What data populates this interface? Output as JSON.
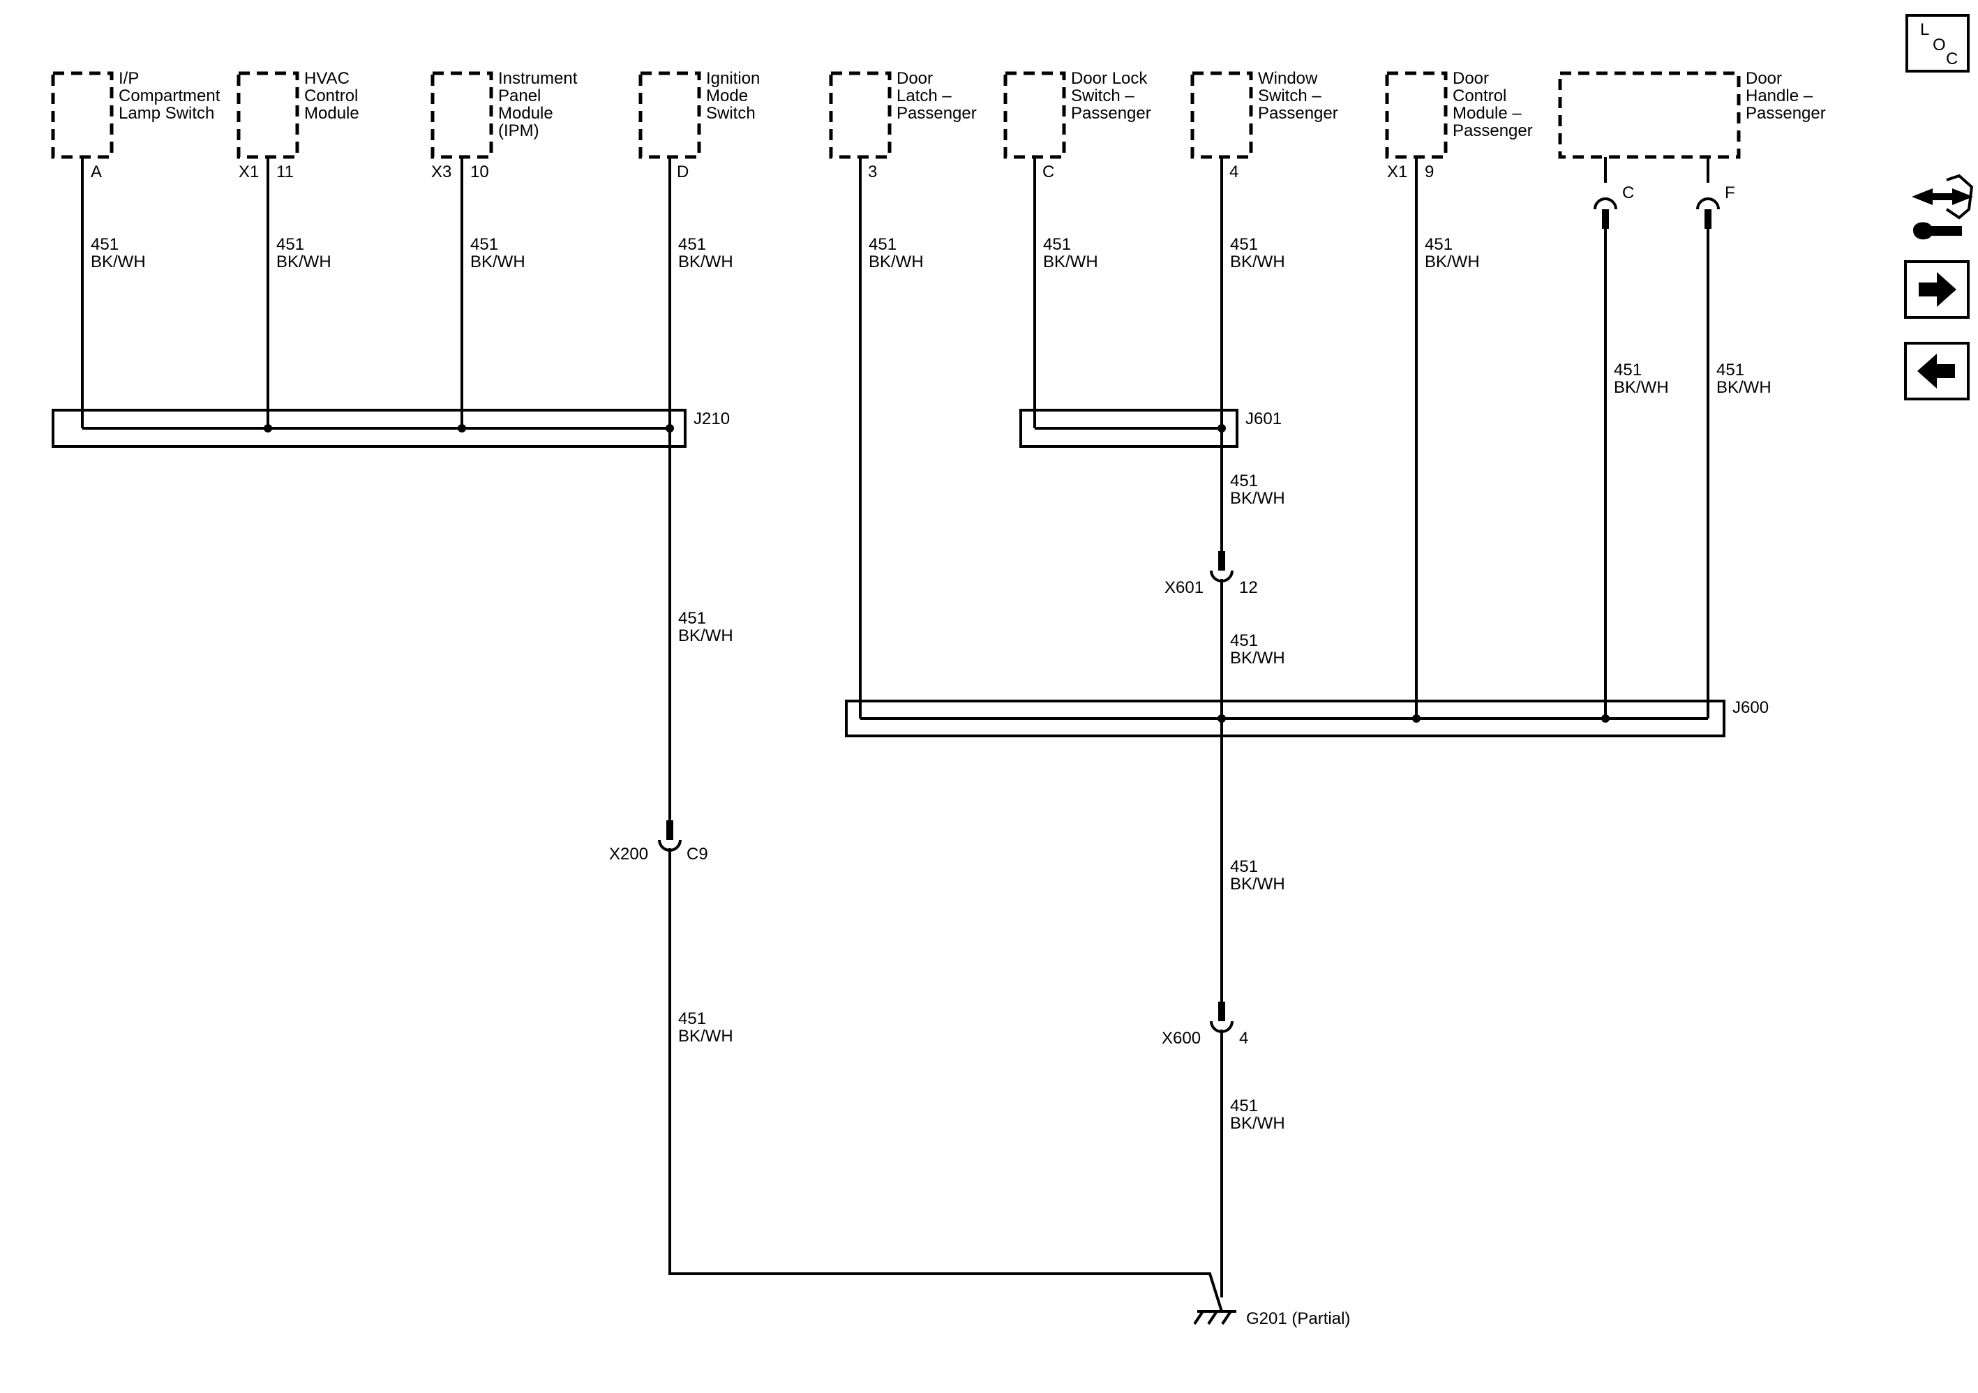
{
  "components": [
    {
      "id": "ip-lamp",
      "lines": [
        "I/P",
        "Compartment",
        "Lamp Switch"
      ],
      "prefix": "",
      "pin": "A"
    },
    {
      "id": "hvac",
      "lines": [
        "HVAC",
        "Control",
        "Module"
      ],
      "prefix": "X1",
      "pin": "11"
    },
    {
      "id": "ipm",
      "lines": [
        "Instrument",
        "Panel",
        "Module",
        "(IPM)"
      ],
      "prefix": "X3",
      "pin": "10"
    },
    {
      "id": "ignition",
      "lines": [
        "Ignition",
        "Mode",
        "Switch"
      ],
      "prefix": "",
      "pin": "D"
    },
    {
      "id": "door-latch",
      "lines": [
        "Door",
        "Latch –",
        "Passenger"
      ],
      "prefix": "",
      "pin": "3"
    },
    {
      "id": "door-lock",
      "lines": [
        "Door Lock",
        "Switch –",
        "Passenger"
      ],
      "prefix": "",
      "pin": "C"
    },
    {
      "id": "window",
      "lines": [
        "Window",
        "Switch –",
        "Passenger"
      ],
      "prefix": "",
      "pin": "4"
    },
    {
      "id": "dcm",
      "lines": [
        "Door",
        "Control",
        "Module –",
        "Passenger"
      ],
      "prefix": "X1",
      "pin": "9"
    },
    {
      "id": "handle",
      "lines": [
        "Door",
        "Handle –",
        "Passenger"
      ],
      "prefix": "",
      "pin": ""
    }
  ],
  "handle_pins": [
    "C",
    "F"
  ],
  "circuit": {
    "number": "451",
    "color": "BK/WH"
  },
  "splices": [
    "J210",
    "J601",
    "J600"
  ],
  "connectors": [
    {
      "name": "X601",
      "pin": "12"
    },
    {
      "name": "X200",
      "pin": "C9"
    },
    {
      "name": "X600",
      "pin": "4"
    }
  ],
  "ground": "G201 (Partial)",
  "loc_icon": {
    "letters": [
      "L",
      "O",
      "C"
    ]
  },
  "nav_icons": [
    "component-view-icon",
    "next-arrow-icon",
    "previous-arrow-icon"
  ]
}
